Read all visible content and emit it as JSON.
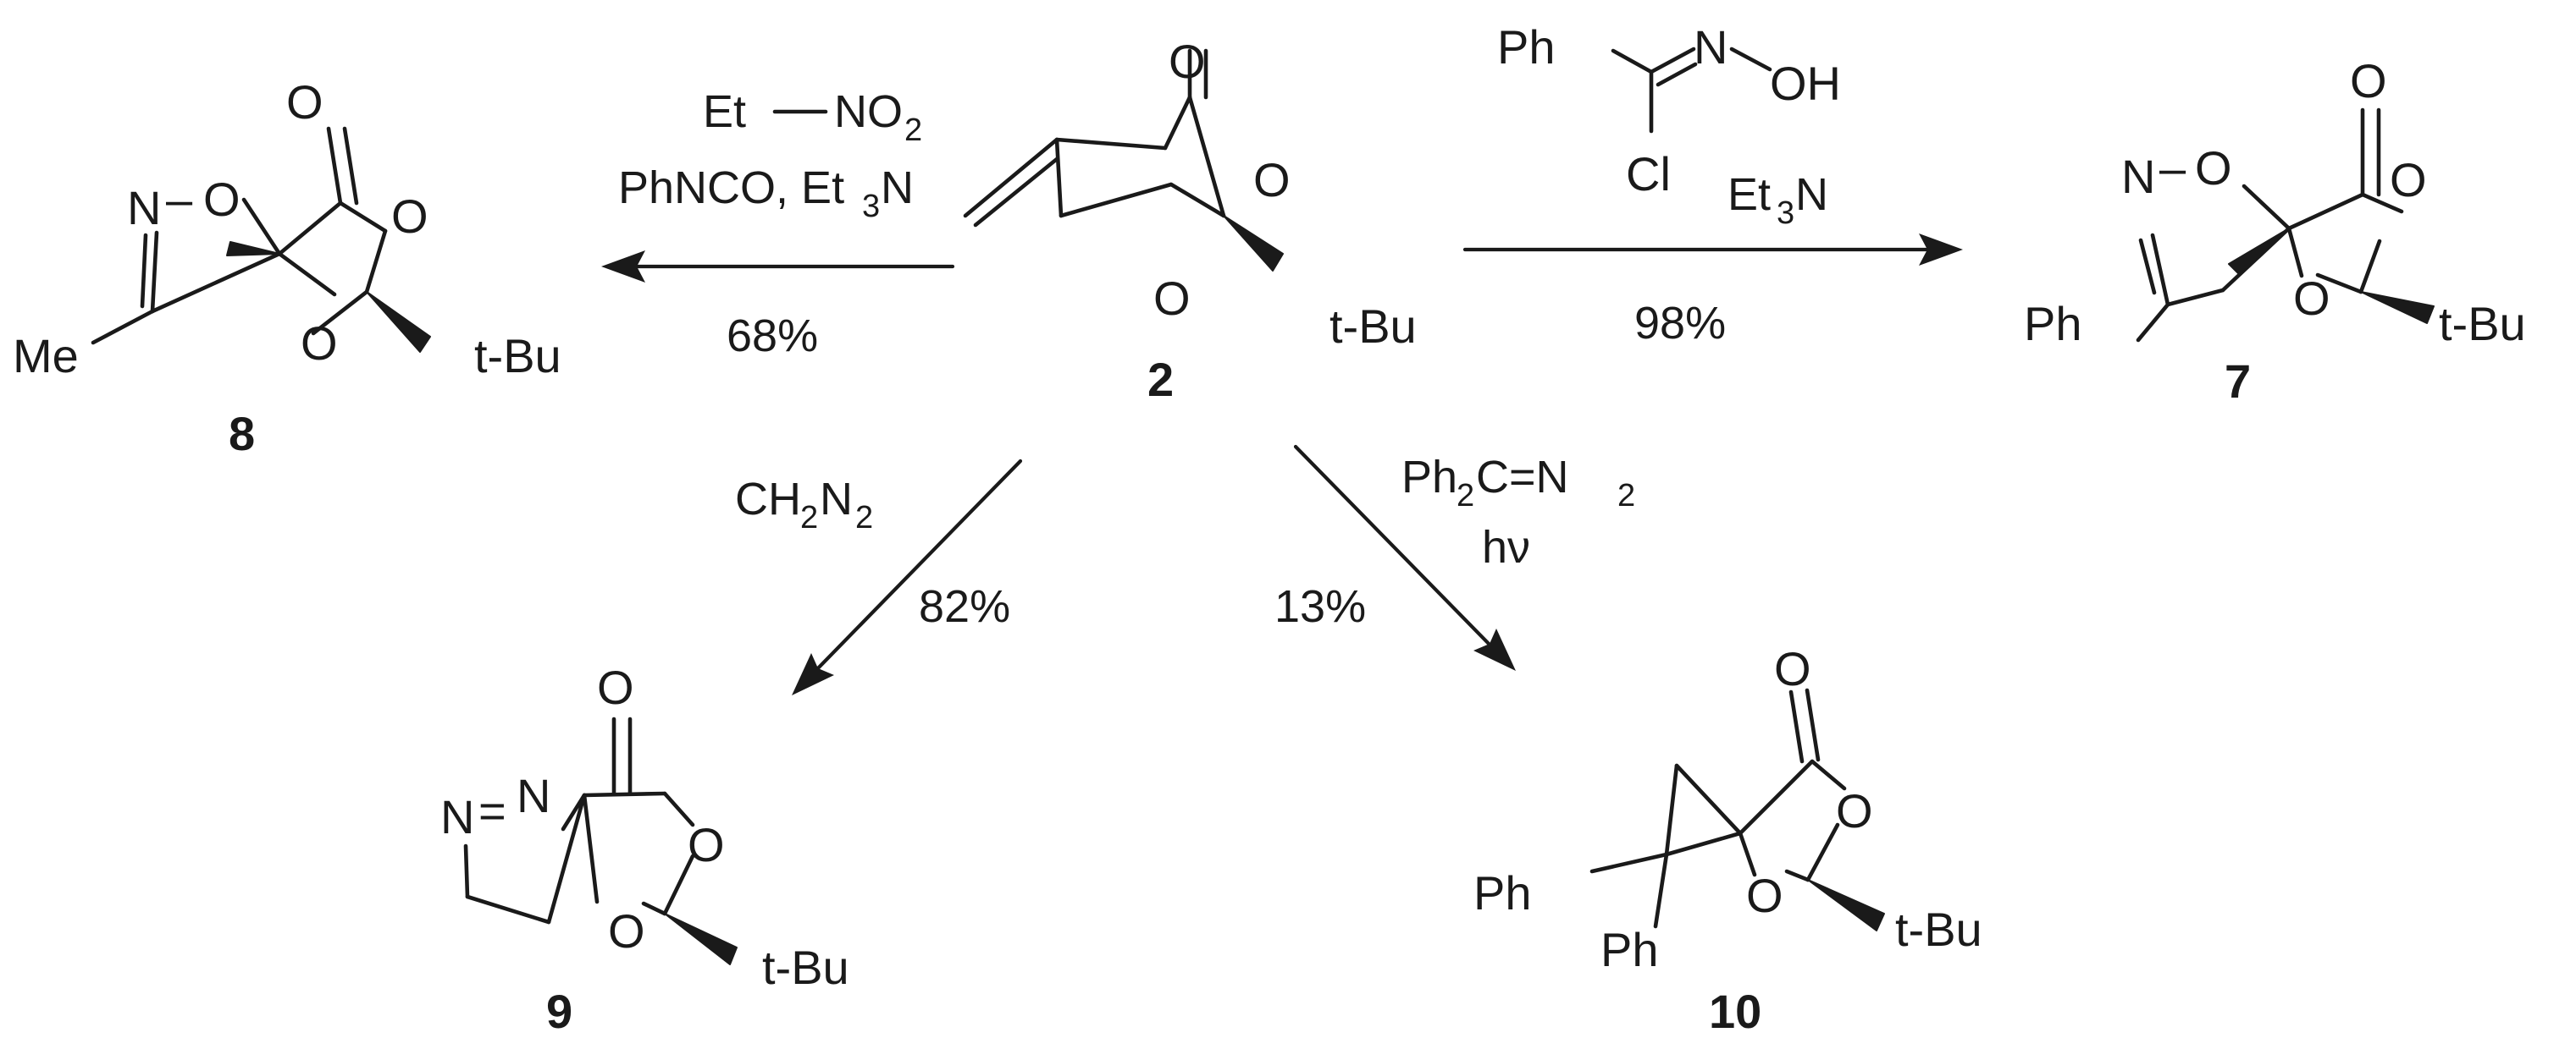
{
  "compounds": {
    "c2": {
      "number": "2",
      "atoms": {
        "o_carbonyl": "O",
        "o_ring_top": "O",
        "o_ring_bottom": "O",
        "tbu": "t-Bu"
      }
    },
    "c8": {
      "number": "8",
      "atoms": {
        "o_carbonyl": "O",
        "n": "N",
        "dash": "–",
        "o_isox": "O",
        "o_ring_top": "O",
        "o_ring_bottom": "O",
        "me": "Me",
        "tbu": "t-Bu"
      }
    },
    "c7": {
      "number": "7",
      "atoms": {
        "o_carbonyl": "O",
        "n": "N",
        "dash": "–",
        "o_isox": "O",
        "o_ring_top": "O",
        "o_ring_bottom": "O",
        "ph": "Ph",
        "tbu": "t-Bu"
      }
    },
    "c9": {
      "number": "9",
      "atoms": {
        "o_carbonyl": "O",
        "n1": "N",
        "eq": "=",
        "n2": "N",
        "o_ring_top": "O",
        "o_ring_bottom": "O",
        "tbu": "t-Bu"
      }
    },
    "c10": {
      "number": "10",
      "atoms": {
        "o_carbonyl": "O",
        "o_ring_top": "O",
        "o_ring_bottom": "O",
        "ph1": "Ph",
        "ph2": "Ph",
        "tbu": "t-Bu"
      }
    }
  },
  "reactions": {
    "to8": {
      "reagent_line1_left": "Et",
      "reagent_line1_right": "NO",
      "reagent_line1_sub": "2",
      "reagent_line2_main": "PhNCO, Et",
      "reagent_line2_sub": "3",
      "reagent_line2_end": "N",
      "yield": "68%"
    },
    "to7": {
      "oxime_ph": "Ph",
      "oxime_n": "N",
      "oxime_oh": "OH",
      "oxime_cl": "Cl",
      "base_main": "Et",
      "base_sub": "3",
      "base_end": "N",
      "yield": "98%"
    },
    "to9": {
      "reagent_main1": "CH",
      "reagent_sub1": "2",
      "reagent_main2": "N",
      "reagent_sub2": "2",
      "yield": "82%"
    },
    "to10": {
      "reagent_main1": "Ph",
      "reagent_sub1": "2",
      "reagent_main2": "C=N",
      "reagent_sub2": "2",
      "light": "hν",
      "yield": "13%"
    }
  }
}
